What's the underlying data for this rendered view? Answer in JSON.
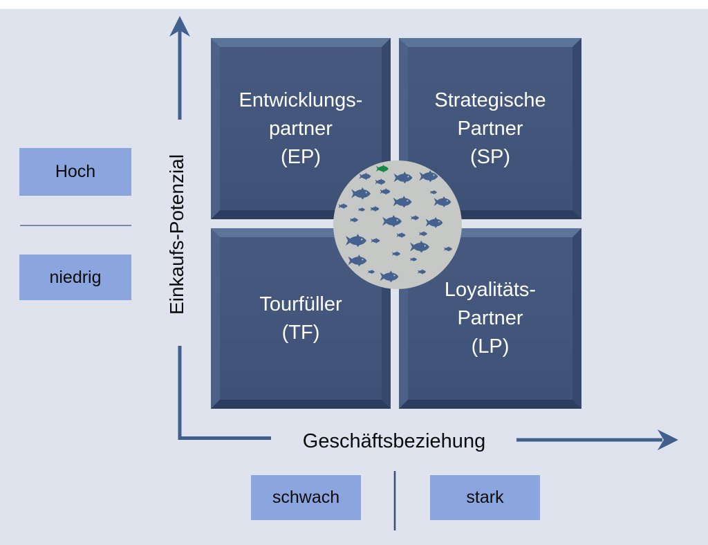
{
  "colors": {
    "background": "#dfe3ee",
    "top_strip": "#ffffff",
    "axis": "#41608E",
    "quadrant_fill": "#42567C",
    "quadrant_text": "#ffffff",
    "label_box_fill": "#8BA6DE",
    "label_text": "#0b0b0c",
    "circle_fill": "#C6C8C5",
    "fish_blue": "#45618E",
    "fish_green": "#17864B"
  },
  "axes": {
    "y_label": "Einkaufs-Potenzial",
    "x_label": "Geschäftsbeziehung"
  },
  "quadrants": {
    "top_left": {
      "abbr": "EP",
      "lines": [
        "Entwicklungs-",
        "partner",
        "(EP)"
      ]
    },
    "top_right": {
      "abbr": "SP",
      "lines": [
        "Strategische",
        "Partner",
        "(SP)"
      ]
    },
    "bottom_left": {
      "abbr": "TF",
      "lines": [
        "Tourfüller",
        "(TF)"
      ]
    },
    "bottom_right": {
      "abbr": "LP",
      "lines": [
        "Loyalitäts-",
        "Partner",
        "(LP)"
      ]
    }
  },
  "y_scale_labels": {
    "high": "Hoch",
    "low": "niedrig"
  },
  "x_scale_labels": {
    "weak": "schwach",
    "strong": "stark"
  },
  "center_graphic": {
    "name": "fish-school",
    "fish_count": 29,
    "odd_fish": "one green fish among blue fish, all swimming right"
  }
}
